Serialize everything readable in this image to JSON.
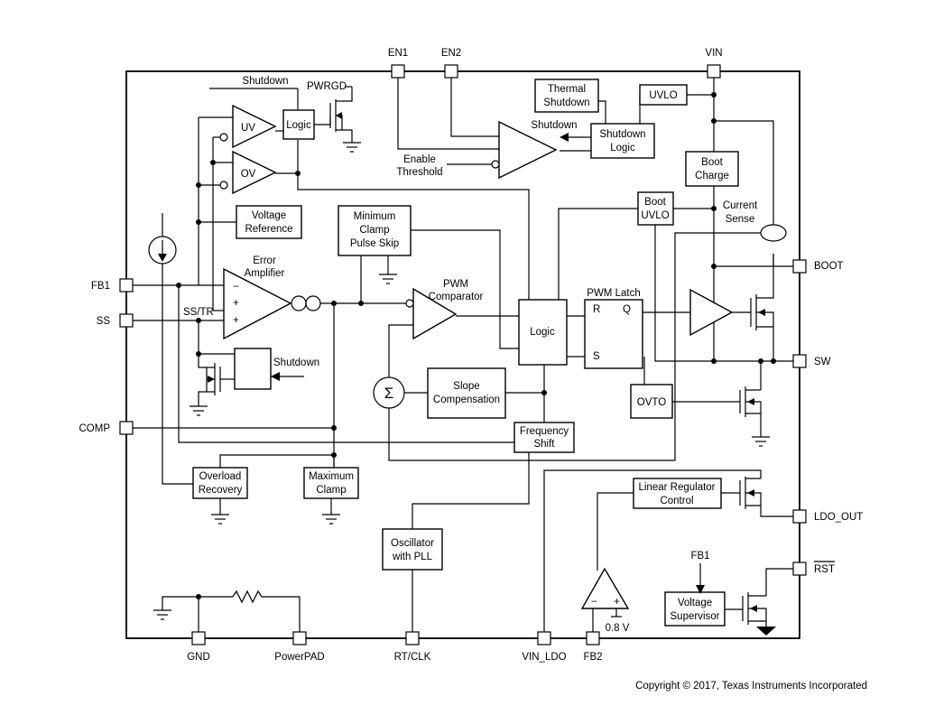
{
  "pins": {
    "en1": "EN1",
    "en2": "EN2",
    "vin": "VIN",
    "fb1": "FB1",
    "ss": "SS",
    "comp": "COMP",
    "boot": "BOOT",
    "sw": "SW",
    "ldo_out": "LDO_OUT",
    "rst": "RST",
    "gnd": "GND",
    "powerpad": "PowerPAD",
    "rt_clk": "RT/CLK",
    "vin_ldo": "VIN_LDO",
    "fb2": "FB2"
  },
  "blocks": {
    "logic_pwrgd": "Logic",
    "thermal_shutdown": [
      "Thermal",
      "Shutdown"
    ],
    "uvlo": "UVLO",
    "shutdown_logic": [
      "Shutdown",
      "Logic"
    ],
    "boot_charge": [
      "Boot",
      "Charge"
    ],
    "boot_uvlo": [
      "Boot",
      "UVLO"
    ],
    "voltage_reference": [
      "Voltage",
      "Reference"
    ],
    "min_clamp": [
      "Minimum",
      "Clamp",
      "Pulse Skip"
    ],
    "logic_main": "Logic",
    "slope_comp": [
      "Slope",
      "Compensation"
    ],
    "frequency_shift": [
      "Frequency",
      "Shift"
    ],
    "ovto": "OVTO",
    "overload_recovery": [
      "Overload",
      "Recovery"
    ],
    "maximum_clamp": [
      "Maximum",
      "Clamp"
    ],
    "oscillator": [
      "Oscillator",
      "with PLL"
    ],
    "linear_regulator": [
      "Linear Regulator",
      "Control"
    ],
    "voltage_supervisor": [
      "Voltage",
      "Supervisor"
    ],
    "shutdown_switch": ""
  },
  "labels": {
    "shutdown_top": "Shutdown",
    "pwrgd": "PWRGD",
    "uv": "UV",
    "ov": "OV",
    "shutdown_arrow": "Shutdown",
    "enable_threshold": [
      "Enable",
      "Threshold"
    ],
    "error_amp": [
      "Error",
      "Amplifier"
    ],
    "ss_tr": "SS/TR",
    "minus": "−",
    "plus": "+",
    "plus2": "+",
    "pwm_comp": [
      "PWM",
      "Comparator"
    ],
    "pwm_latch": "PWM Latch",
    "latch_r": "R",
    "latch_q": "Q",
    "latch_s": "S",
    "current_sense": [
      "Current",
      "Sense"
    ],
    "shutdown_ss": "Shutdown",
    "sigma": "Σ",
    "fb1_inner": "FB1",
    "ldo_minus": "−",
    "ldo_plus": "+",
    "ldo_ref": "0.8 V"
  },
  "copyright": "Copyright © 2017, Texas Instruments Incorporated"
}
